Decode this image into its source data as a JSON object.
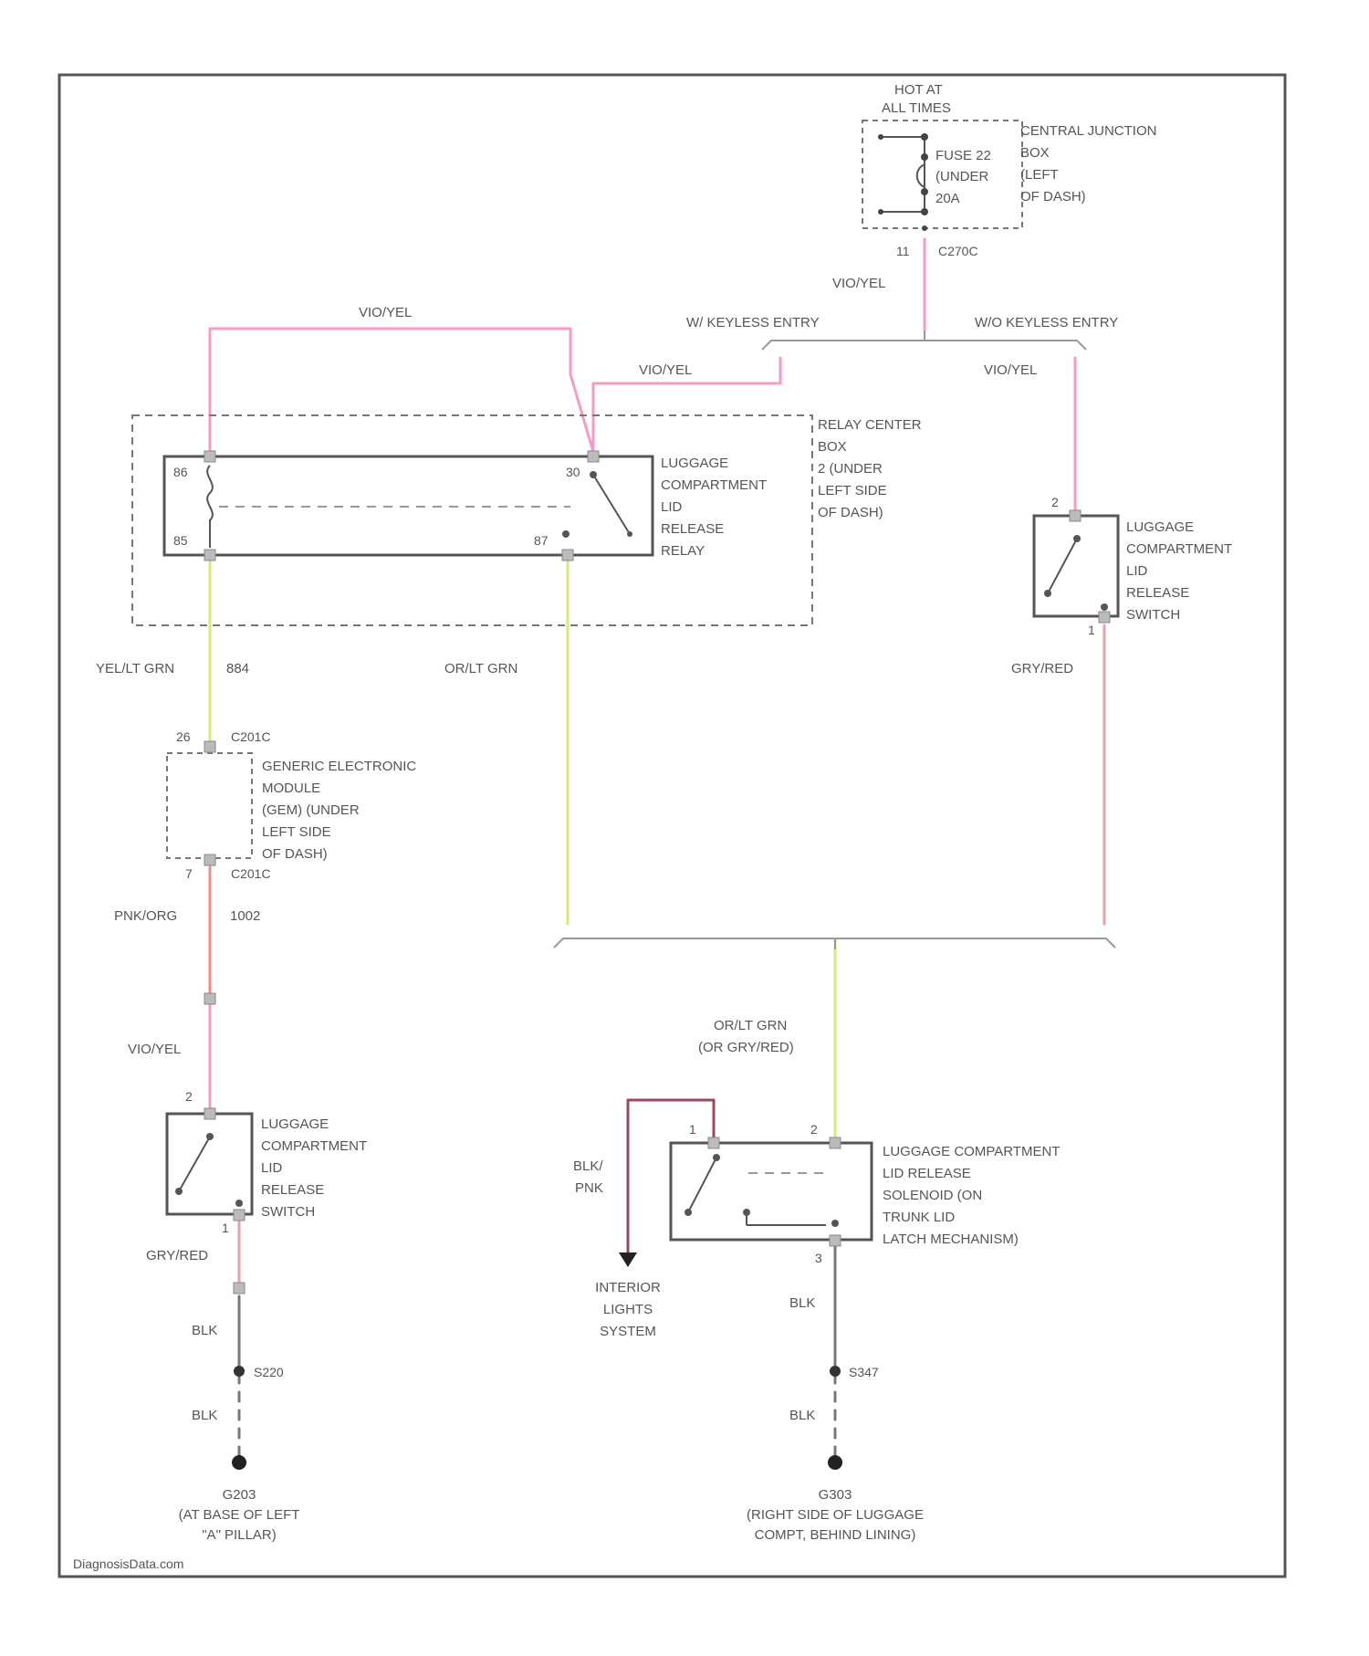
{
  "header": {
    "hot_line1": "HOT AT",
    "hot_line2": "ALL TIMES"
  },
  "junction_box": {
    "fuse_lines": [
      "FUSE 22",
      "(UNDER",
      "20A"
    ],
    "label_lines": [
      "CENTRAL JUNCTION",
      "BOX",
      "(LEFT",
      "OF DASH)"
    ],
    "pin": "11",
    "connector": "C270C"
  },
  "wires": {
    "top_feed": "VIO/YEL",
    "relay_top": "VIO/YEL",
    "relay_branch": "VIO/YEL",
    "right_branch": "VIO/YEL",
    "gem_feed": "YEL/LT GRN",
    "gem_circuit": "884",
    "relay_out": "OR/LT GRN",
    "switch_right_out": "GRY/RED",
    "gem_out": "PNK/ORG",
    "gem_out_circuit": "1002",
    "switch_left_in": "VIO/YEL",
    "switch_left_out": "GRY/RED",
    "ground_left_1": "BLK",
    "ground_left_2": "BLK",
    "solenoid_feed": "OR/LT GRN",
    "solenoid_feed_alt": "(OR GRY/RED)",
    "interior_line1": "BLK/",
    "interior_line2": "PNK",
    "ground_right_1": "BLK",
    "ground_right_2": "BLK"
  },
  "branches": {
    "with_keyless": "W/ KEYLESS ENTRY",
    "without_keyless": "W/O KEYLESS ENTRY"
  },
  "relay_center": {
    "label_lines": [
      "RELAY CENTER",
      "BOX",
      "2 (UNDER",
      "LEFT SIDE",
      "OF DASH)"
    ],
    "relay_label_lines": [
      "LUGGAGE",
      "COMPARTMENT",
      "LID",
      "RELEASE",
      "RELAY"
    ],
    "pin_tl": "86",
    "pin_bl": "85",
    "pin_tr": "30",
    "pin_br": "87"
  },
  "switch_right": {
    "label_lines": [
      "LUGGAGE",
      "COMPARTMENT",
      "LID",
      "RELEASE",
      "SWITCH"
    ],
    "pin_top": "2",
    "pin_bottom": "1"
  },
  "gem": {
    "label_lines": [
      "GENERIC ELECTRONIC",
      "MODULE",
      "(GEM) (UNDER",
      "LEFT SIDE",
      "OF DASH)"
    ],
    "pin_top": "26",
    "conn_top": "C201C",
    "pin_bottom": "7",
    "conn_bottom": "C201C"
  },
  "switch_left": {
    "label_lines": [
      "LUGGAGE",
      "COMPARTMENT",
      "LID",
      "RELEASE",
      "SWITCH"
    ],
    "pin_top": "2",
    "pin_bottom": "1"
  },
  "solenoid": {
    "label_lines": [
      "LUGGAGE COMPARTMENT",
      "LID RELEASE",
      "SOLENOID (ON",
      "TRUNK LID",
      "LATCH MECHANISM)"
    ],
    "pin_1": "1",
    "pin_2": "2",
    "pin_3": "3"
  },
  "interior": {
    "label_lines": [
      "INTERIOR",
      "LIGHTS",
      "SYSTEM"
    ]
  },
  "splices": {
    "left": "S220",
    "right": "S347"
  },
  "grounds": {
    "left_id": "G203",
    "left_lines": [
      "(AT BASE OF LEFT",
      "\"A\" PILLAR)"
    ],
    "right_id": "G303",
    "right_lines": [
      "(RIGHT SIDE OF LUGGAGE",
      "COMPT, BEHIND LINING)"
    ]
  },
  "watermark": "DiagnosisData.com",
  "colors": {
    "violet_yellow": "#f59bc4",
    "yellow_green": "#dde87a",
    "pink_orange": "#ef8b8b",
    "grey_red": "#e9a3a3",
    "black_pink": "#9a4a5c",
    "black": "#777777",
    "outline": "#555555"
  }
}
